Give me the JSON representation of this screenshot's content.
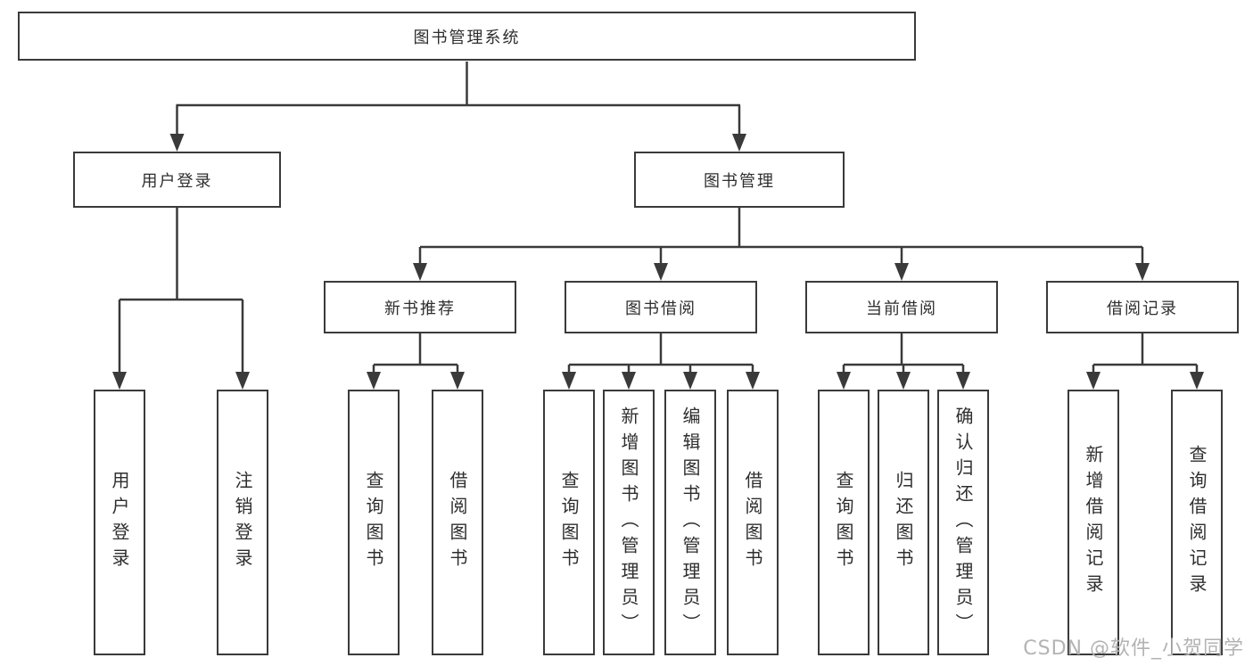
{
  "diagram": {
    "root": {
      "label": "图书管理系统"
    },
    "level2": [
      {
        "label": "用户登录"
      },
      {
        "label": "图书管理"
      }
    ],
    "level3": [
      {
        "label": "新书推荐"
      },
      {
        "label": "图书借阅"
      },
      {
        "label": "当前借阅"
      },
      {
        "label": "借阅记录"
      }
    ],
    "leaves": {
      "user_login": [
        "用户登录",
        "注销登录"
      ],
      "new_book": [
        "查询图书",
        "借阅图书"
      ],
      "book_borrow": [
        "查询图书",
        "新增图书（管理员）",
        "编辑图书（管理员）",
        "借阅图书"
      ],
      "current_borrow": [
        "查询图书",
        "归还图书",
        "确认归还（管理员）"
      ],
      "borrow_record": [
        "新增借阅记录",
        "查询借阅记录"
      ]
    }
  },
  "watermark": {
    "text": "CSDN @软件_小贺同学",
    "color": "#b3b3b3"
  },
  "colors": {
    "line": "#3a3a3a",
    "border": "#3a3a3a",
    "text": "#2e2e2e",
    "background": "#ffffff"
  }
}
